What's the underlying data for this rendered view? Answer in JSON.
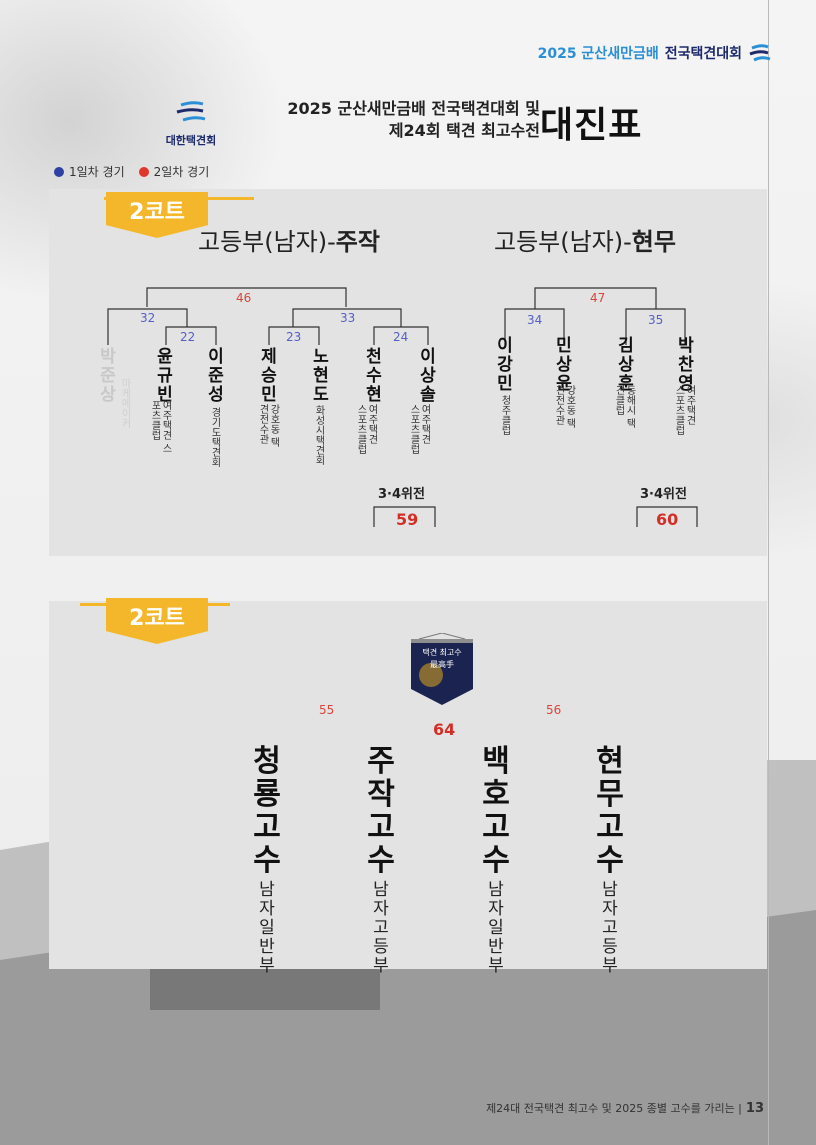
{
  "header": {
    "year_label": "2025 군산새만금배",
    "tournament": "전국택견대회",
    "org_name": "대한택견회",
    "title_line1": "2025 군산새만금배 전국택견대회 및",
    "title_line2": "제24회 택견 최고수전",
    "main_title": "대진표"
  },
  "legend": {
    "day1": "1일차 경기",
    "day2": "2일차 경기",
    "day1_color": "#2f3fa3",
    "day2_color": "#e0362c"
  },
  "panel1": {
    "court": "2코트",
    "left": {
      "division_prefix": "고등부(남자)-",
      "division_name": "주작",
      "games": {
        "g46": "46",
        "g32": "32",
        "g22": "22",
        "g23": "23",
        "g33": "33",
        "g24": "24"
      },
      "players": [
        {
          "name": "박준상",
          "club": "마케메이커",
          "faded": true
        },
        {
          "name": "윤규빈",
          "club": "여주택견 스포츠클럽"
        },
        {
          "name": "이준성",
          "club": "경기도택견회"
        },
        {
          "name": "제승민",
          "club": "강호동 택견전수관"
        },
        {
          "name": "노현도",
          "club": "화성시택견회"
        },
        {
          "name": "천수현",
          "club": "여주택견 스포츠클럽"
        },
        {
          "name": "이상솔",
          "club": "여주택견 스포츠클럽"
        }
      ],
      "third_place_label": "3·4위전",
      "third_place_game": "59"
    },
    "right": {
      "division_prefix": "고등부(남자)-",
      "division_name": "현무",
      "games": {
        "g47": "47",
        "g34": "34",
        "g35": "35"
      },
      "players": [
        {
          "name": "이강민",
          "club": "청주클럽"
        },
        {
          "name": "민상윤",
          "club": "강호동 택견전수관"
        },
        {
          "name": "김상훈",
          "club": "동해시 택견클럽"
        },
        {
          "name": "박찬영",
          "club": "여주택견 스포츠클럽"
        }
      ],
      "third_place_label": "3·4위전",
      "third_place_game": "60"
    }
  },
  "panel2": {
    "court": "2코트",
    "games": {
      "g55": "55",
      "g56": "56",
      "g64": "64"
    },
    "trophy_text_1": "택견 최고수",
    "trophy_text_2": "最高手",
    "finalists": [
      {
        "name": "청룡고수",
        "category": "남자일반부"
      },
      {
        "name": "주작고수",
        "category": "남자고등부"
      },
      {
        "name": "백호고수",
        "category": "남자일반부"
      },
      {
        "name": "현무고수",
        "category": "남자고등부"
      }
    ]
  },
  "footer": {
    "text": "제24대 전국택견 최고수 및 2025 종별 고수를 가리는 |",
    "page": "13"
  }
}
